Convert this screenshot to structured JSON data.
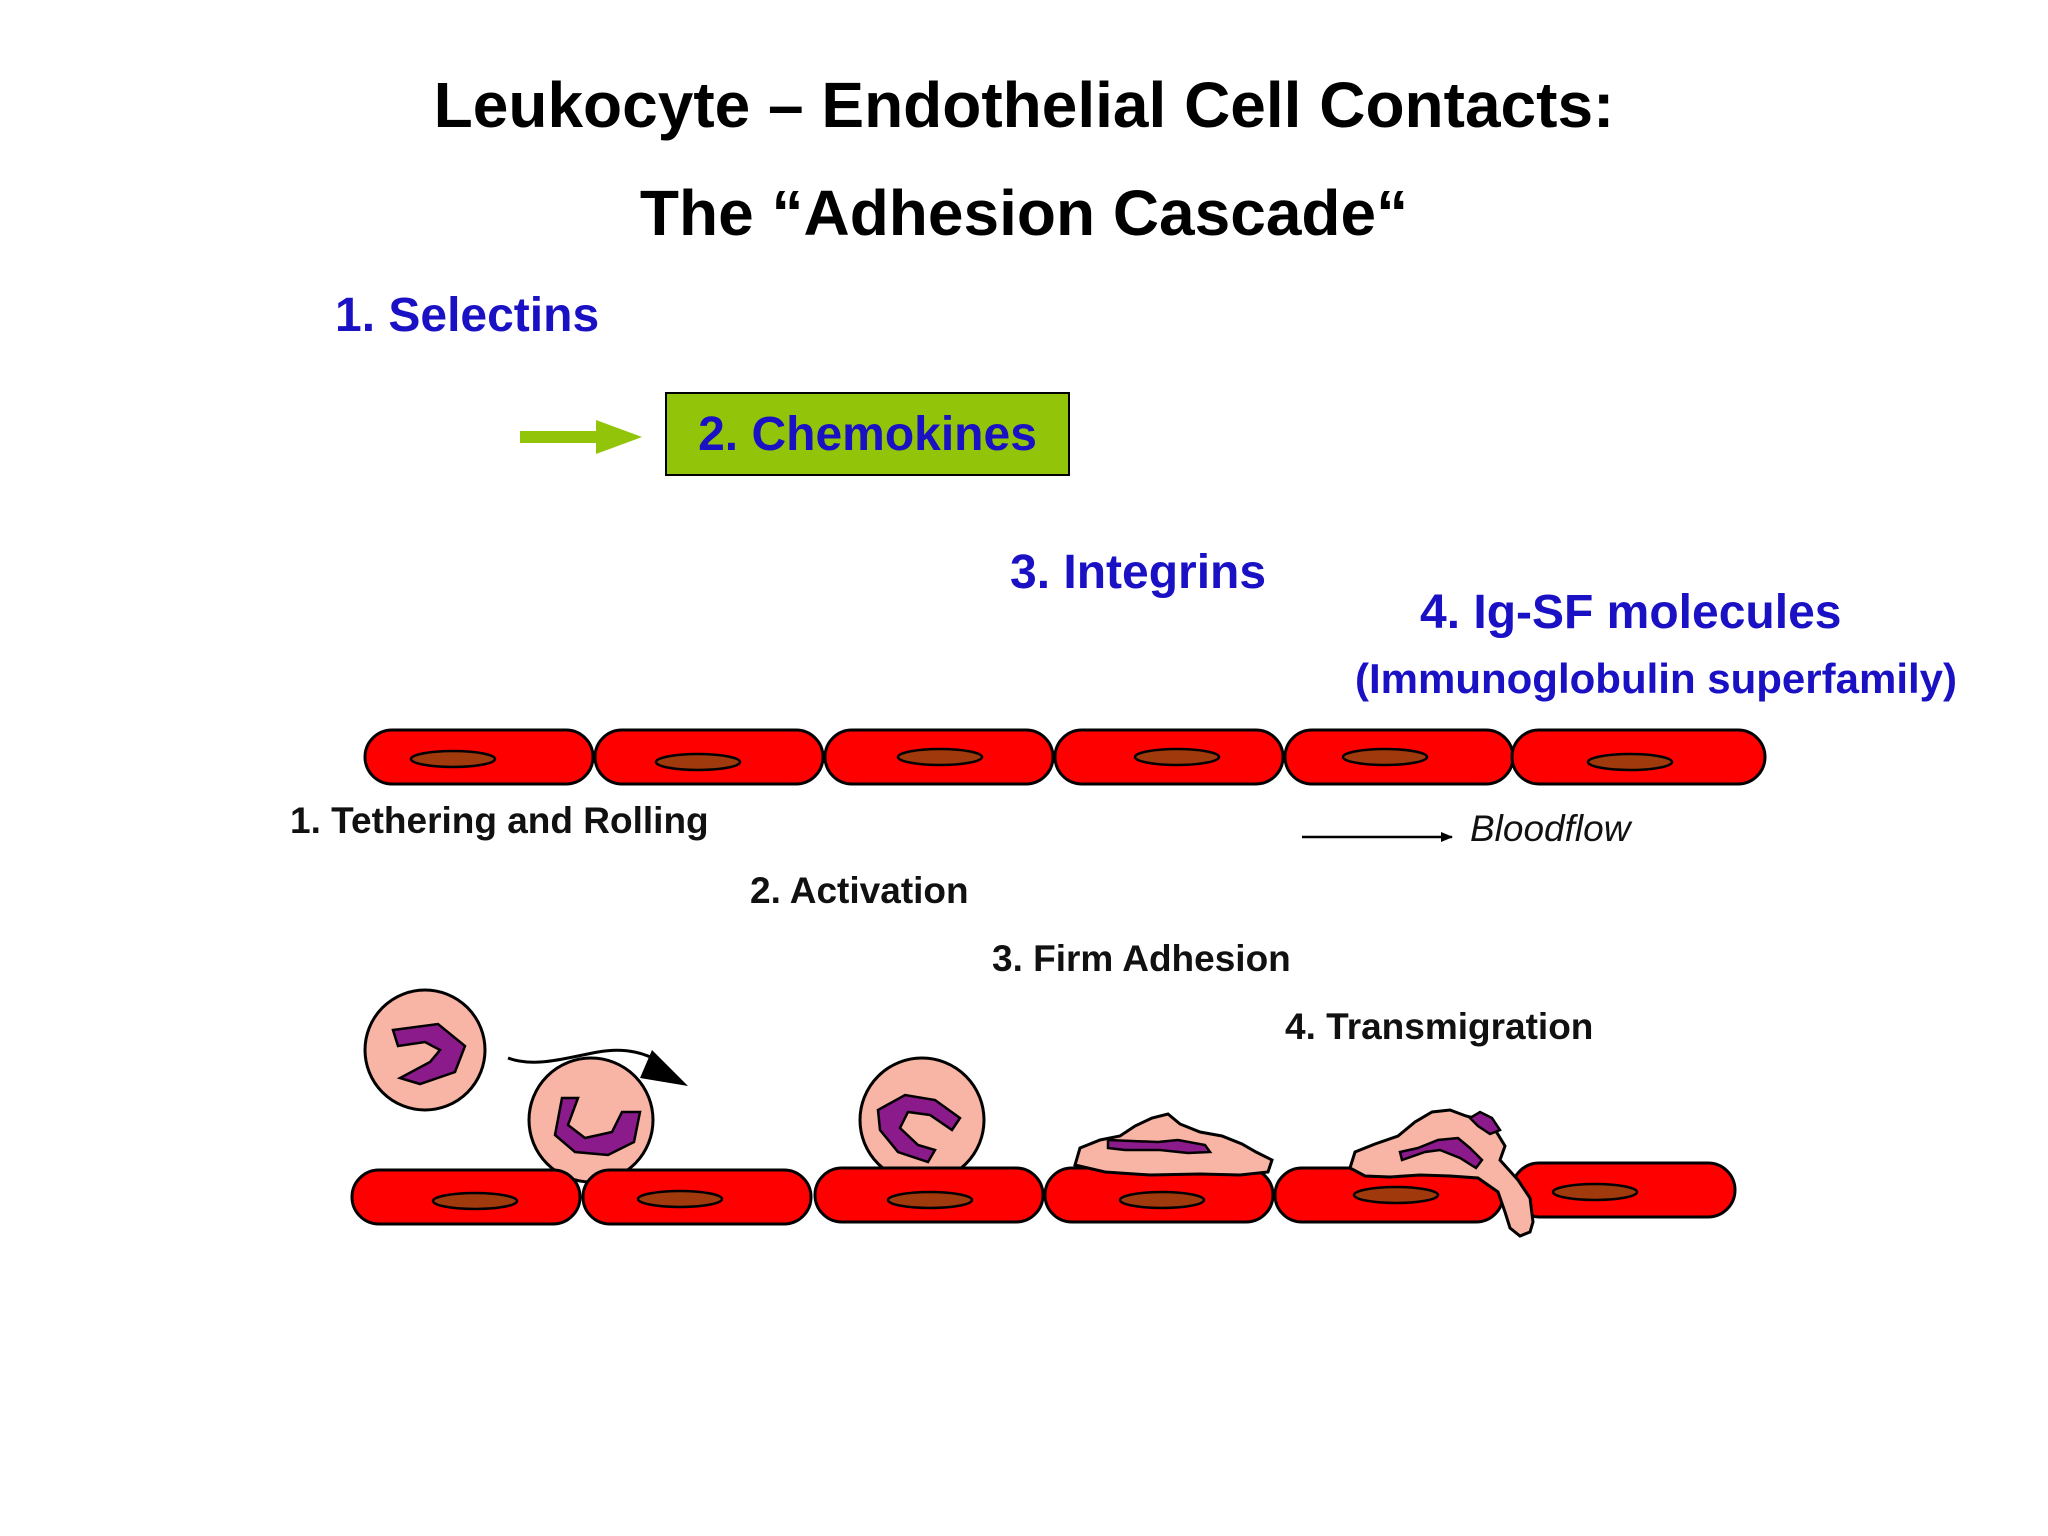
{
  "title": {
    "line1": "Leukocyte – Endothelial Cell Contacts:",
    "line2": "The “Adhesion Cascade“"
  },
  "molecules": {
    "selectins": "1. Selectins",
    "chemokines": "2. Chemokines",
    "integrins": "3. Integrins",
    "igsf": "4. Ig-SF molecules",
    "igsf_sub": "(Immunoglobulin superfamily)"
  },
  "steps": {
    "tethering": "1. Tethering and Rolling",
    "activation": "2. Activation",
    "firm_adhesion": "3. Firm Adhesion",
    "transmigration": "4. Transmigration"
  },
  "bloodflow_label": "Bloodflow",
  "colors": {
    "molecule_text": "#1a10c4",
    "highlight_box": "#92c50a",
    "arrow_green": "#92c50a",
    "endothelial_cell": "#ff0000",
    "nucleus": "#a0390c",
    "leukocyte": "#f8b4a4",
    "leukocyte_nucleus": "#8b1a8b"
  }
}
